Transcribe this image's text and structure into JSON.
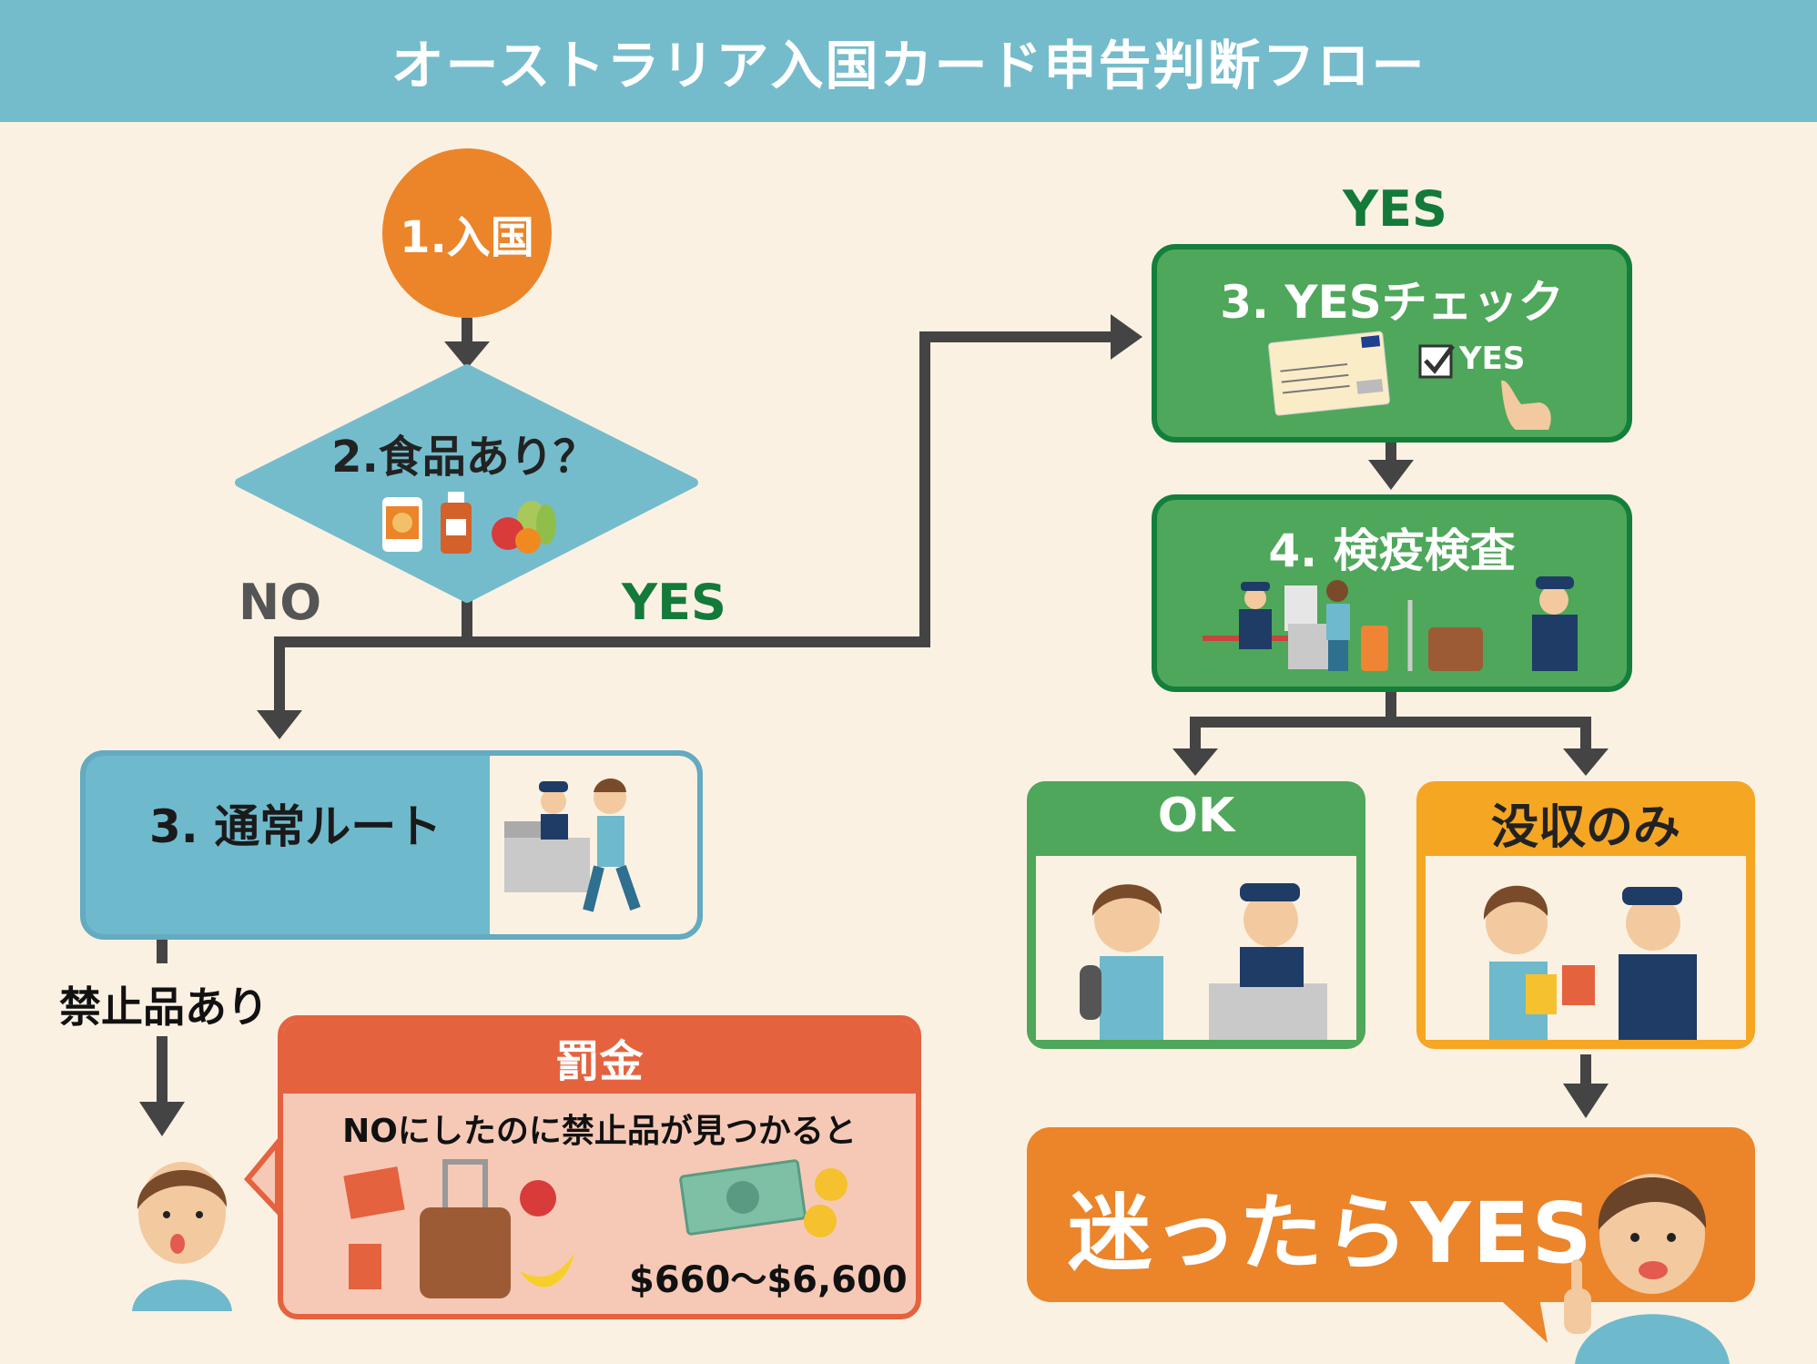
{
  "header": {
    "title": "オーストラリア入国カード申告判断フロー"
  },
  "colors": {
    "header": "#74bccb",
    "background": "#fbf1e2",
    "start": "#ec8429",
    "decision": "#74bccb",
    "yes_green": "#4ea75a",
    "yes_text": "#137a3a",
    "fine": "#e5623f",
    "confiscate": "#f5a623",
    "arrow": "#444444"
  },
  "flow": {
    "start": {
      "label": "1.入国"
    },
    "decision": {
      "label": "2.食品あり？",
      "icons": [
        "cup-noodle-icon",
        "bottle-icon",
        "fruit-icon"
      ]
    },
    "branch_no": {
      "label": "NO"
    },
    "branch_yes": {
      "label": "YES"
    },
    "yes_top_label": "YES",
    "yes_check": {
      "label": "3. YESチェック",
      "checkbox_label": "YES"
    },
    "quarantine": {
      "label": "4. 検疫検査"
    },
    "normal_route": {
      "label": "3. 通常ルート"
    },
    "prohibited_label": "禁止品あり",
    "fine": {
      "title": "罰金",
      "subtitle": "NOにしたのに禁止品が見つかると",
      "amount": "$660～$6,600"
    },
    "result_ok": {
      "label": "OK"
    },
    "result_confiscate": {
      "label": "没収のみ"
    },
    "final": {
      "label": "迷ったらYES！"
    }
  }
}
